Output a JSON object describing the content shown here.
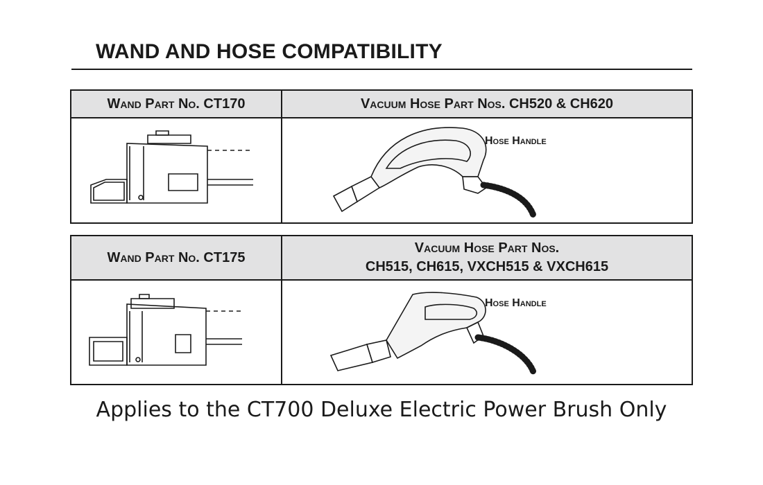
{
  "heading": "WAND AND HOSE COMPATIBILITY",
  "rows": [
    {
      "wand_header": "Wand Part No. CT170",
      "hose_header_line1": "Vacuum Hose Part Nos. CH520 & CH620",
      "hose_header_line2": "",
      "hose_label": "Hose Handle"
    },
    {
      "wand_header": "Wand Part No. CT175",
      "hose_header_line1": "Vacuum Hose Part Nos.",
      "hose_header_line2": "CH515, CH615, VXCH515 & VXCH615",
      "hose_label": "Hose Handle"
    }
  ],
  "footer_note": "Applies to the CT700 Deluxe Electric Power Brush Only"
}
